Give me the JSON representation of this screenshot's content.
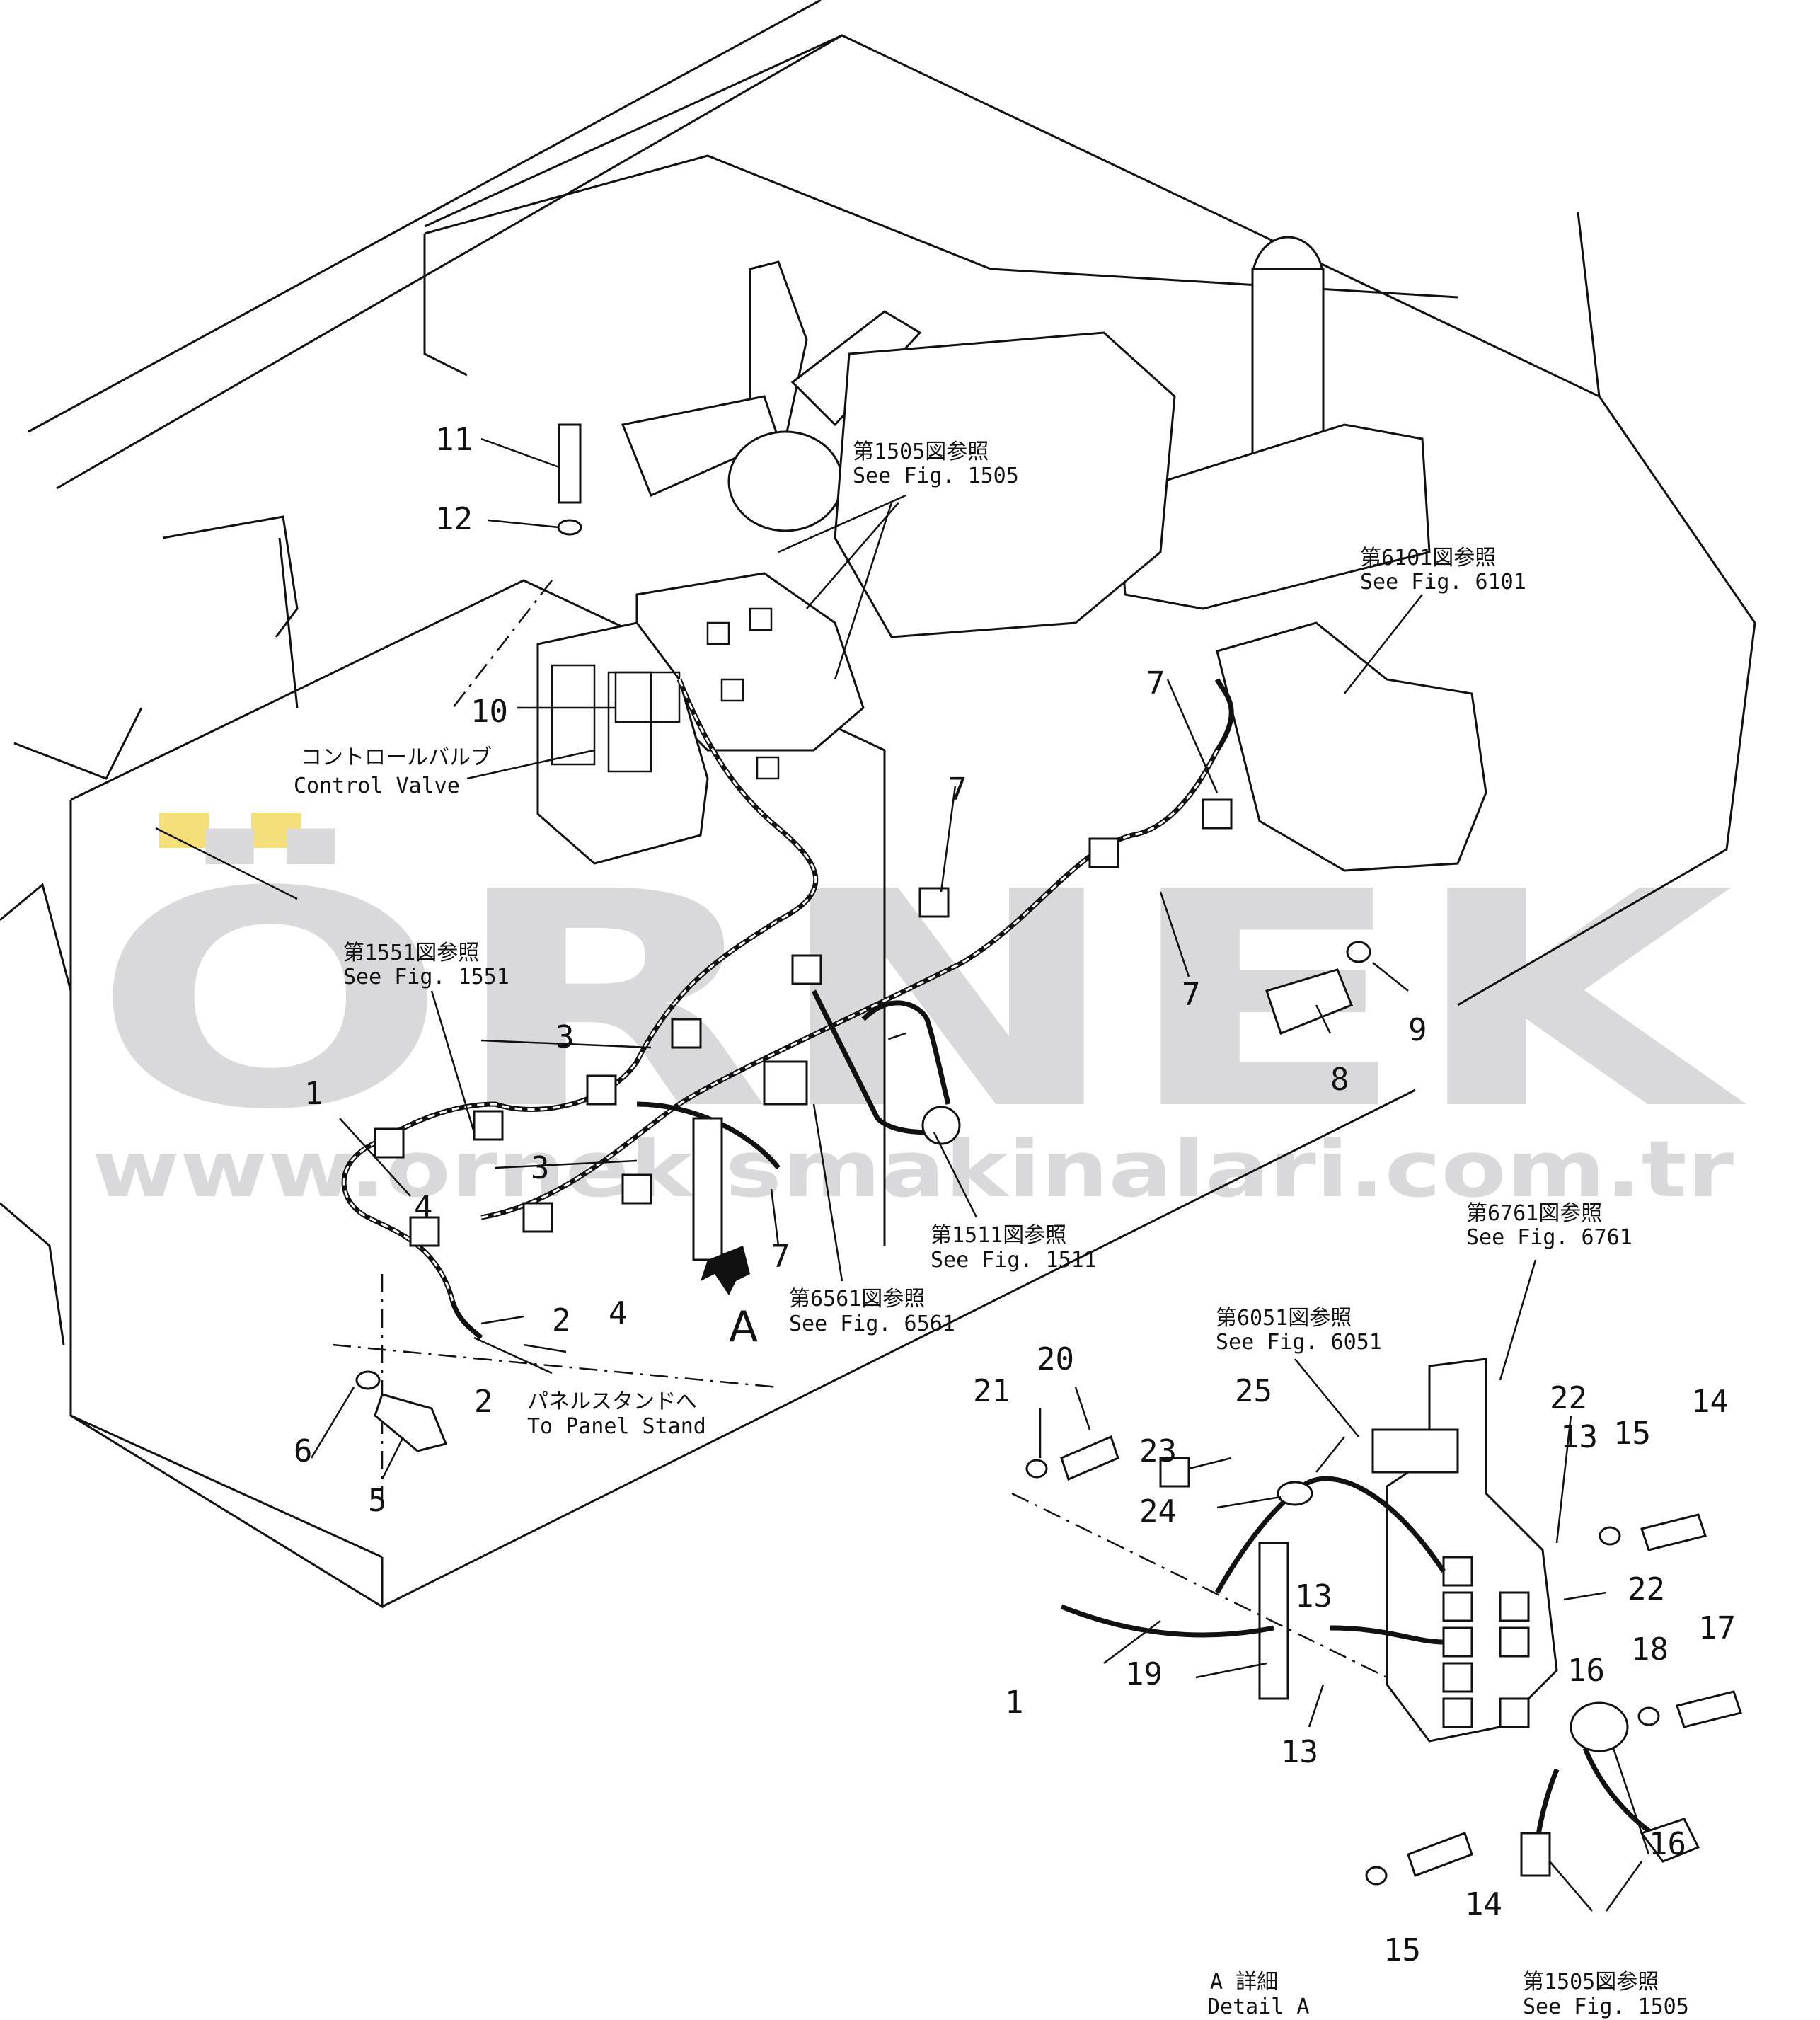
{
  "parts": {
    "n1": "1",
    "n1b": "1",
    "n2a": "2",
    "n2b": "2",
    "n3a": "3",
    "n3b": "3",
    "n4a": "4",
    "n4b": "4",
    "n5": "5",
    "n6": "6",
    "n7a": "7",
    "n7b": "7",
    "n7c": "7",
    "n7d": "7",
    "n8": "8",
    "n9": "9",
    "n10": "10",
    "n11": "11",
    "n12": "12",
    "n13a": "13",
    "n13b": "13",
    "n13c": "13",
    "n14a": "14",
    "n14b": "14",
    "n15a": "15",
    "n15b": "15",
    "n16a": "16",
    "n16b": "16",
    "n17": "17",
    "n18": "18",
    "n19": "19",
    "n20": "20",
    "n21": "21",
    "n22a": "22",
    "n22b": "22",
    "n23": "23",
    "n24": "24",
    "n25": "25"
  },
  "refs": {
    "f1505_jp": "第1505図参照",
    "f1505_en": "See Fig. 1505",
    "f6101_jp": "第6101図参照",
    "f6101_en": "See Fig. 6101",
    "f1551_jp": "第1551図参照",
    "f1551_en": "See Fig. 1551",
    "f1511_jp": "第1511図参照",
    "f1511_en": "See Fig. 1511",
    "f6561_jp": "第6561図参照",
    "f6561_en": "See Fig. 6561",
    "f6761_jp": "第6761図参照",
    "f6761_en": "See Fig. 6761",
    "f6051_jp": "第6051図参照",
    "f6051_en": "See Fig. 6051",
    "f1505b_jp": "第1505図参照",
    "f1505b_en": "See Fig. 1505"
  },
  "labels": {
    "control_valve_jp": "コントロールバルブ",
    "control_valve_en": "Control Valve",
    "panel_stand_jp": "パネルスタンドへ",
    "panel_stand_en": "To Panel Stand",
    "view_a": "A",
    "detail_a_jp": "A 詳細",
    "detail_a_en": "Detail A"
  },
  "watermark": {
    "logo": "ÖRNEK",
    "url": "www.ornekismakinalari.com.tr",
    "logo_color": "#d9d9dc",
    "accent_color": "#f5df7a"
  }
}
